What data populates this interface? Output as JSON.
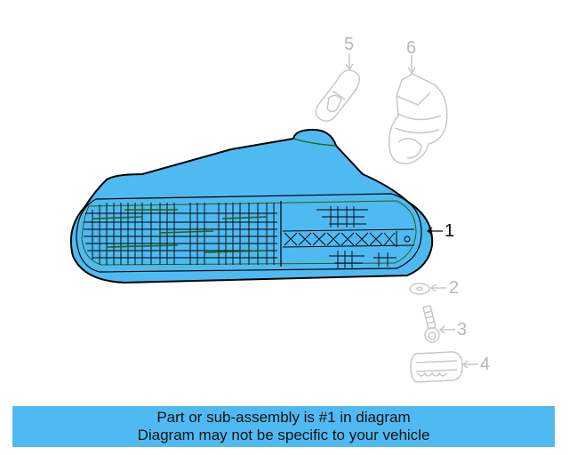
{
  "diagram": {
    "main_part": {
      "number": "1",
      "name": "turn signal / parking lamp assembly",
      "fill_color": "#4fbaf2",
      "hatch_color": "#2a5e08",
      "outline_color": "#000000"
    },
    "callouts": [
      {
        "number": "1",
        "part": "lamp assembly",
        "highlighted": true
      },
      {
        "number": "2",
        "part": "washer",
        "highlighted": false
      },
      {
        "number": "3",
        "part": "screw",
        "highlighted": false
      },
      {
        "number": "4",
        "part": "clip / retainer",
        "highlighted": false
      },
      {
        "number": "5",
        "part": "bulb",
        "highlighted": false
      },
      {
        "number": "6",
        "part": "bulb socket",
        "highlighted": false
      }
    ],
    "dim_color": "#c4c4c4"
  },
  "caption": {
    "line1": "Part or sub-assembly is #1 in diagram",
    "line2": "Diagram may not be specific to your vehicle",
    "background": "#4fbaf2"
  }
}
